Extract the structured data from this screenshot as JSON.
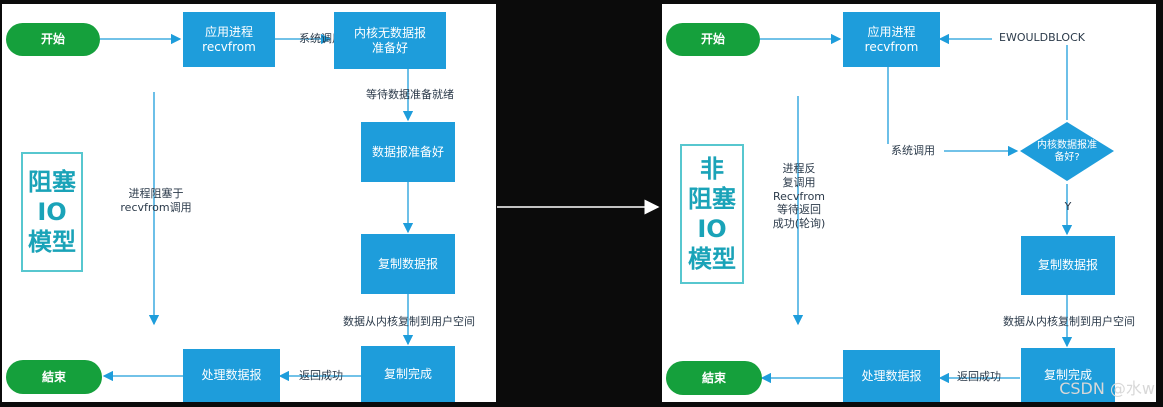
{
  "left": {
    "title": "阻塞\nIO\n模型",
    "start": "开始",
    "app": "应用进程\nrecvfrom",
    "syscall": "系统调用",
    "kernel_wait": "内核无数据报\n准备好",
    "wait_ready": "等待数据准备就绪",
    "datagram_ready": "数据报准备好",
    "blocked": "进程阻塞于\nrecvfrom调用",
    "copy": "复制数据报",
    "copy_to_user": "数据从内核复制到用户空间",
    "copy_done": "复制完成",
    "return_ok": "返回成功",
    "process": "处理数据报",
    "end": "結束"
  },
  "right": {
    "title": "非\n阻塞\nIO\n模型",
    "start": "开始",
    "app": "应用进程\nrecvfrom",
    "ewouldblock": "EWOULDBLOCK",
    "syscall": "系统调用",
    "decision": "内核数据报准\n备好?",
    "yes": "Y",
    "polling": "进程反\n复调用\nRecvfrom\n等待返回\n成功(轮询)",
    "copy": "复制数据报",
    "copy_to_user": "数据从内核复制到用户空间",
    "copy_done": "复制完成",
    "return_ok": "返回成功",
    "process": "处理数据报",
    "end": "結束"
  },
  "watermark": "CSDN @水w",
  "colors": {
    "box": "#1e9ddb",
    "pill": "#15a03c",
    "arrow": "#1e9ddb",
    "title": "#1aa3b8"
  }
}
